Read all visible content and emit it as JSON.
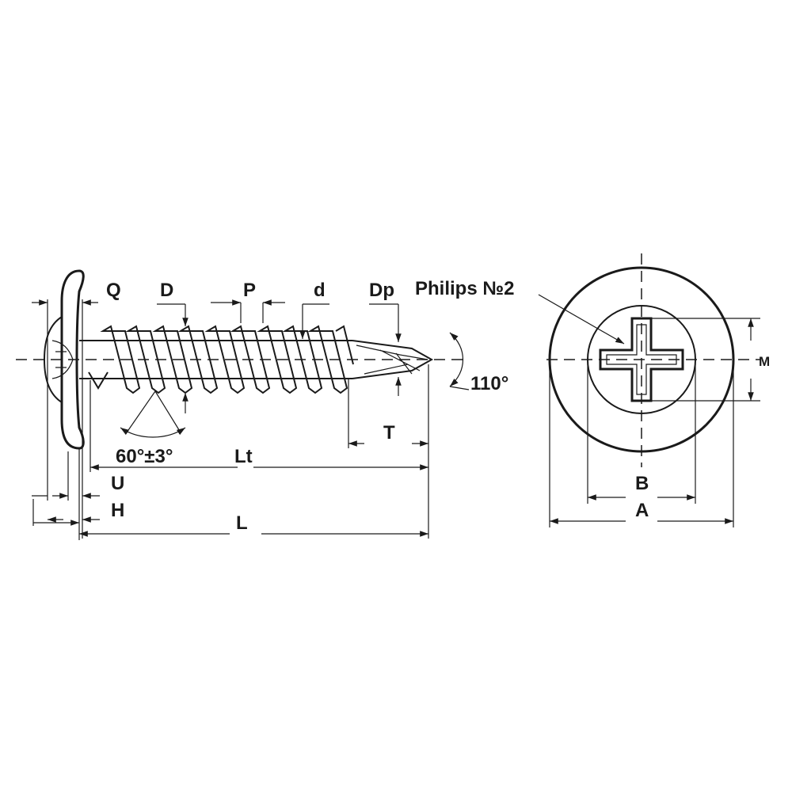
{
  "labels": {
    "Q": "Q",
    "D": "D",
    "P": "P",
    "d": "d",
    "Dp": "Dp",
    "philips": "Philips №2",
    "angle110": "110°",
    "angle60": "60°±3°",
    "T": "T",
    "Lt": "Lt",
    "U": "U",
    "H": "H",
    "L": "L",
    "M": "M",
    "B": "B",
    "A": "A"
  }
}
